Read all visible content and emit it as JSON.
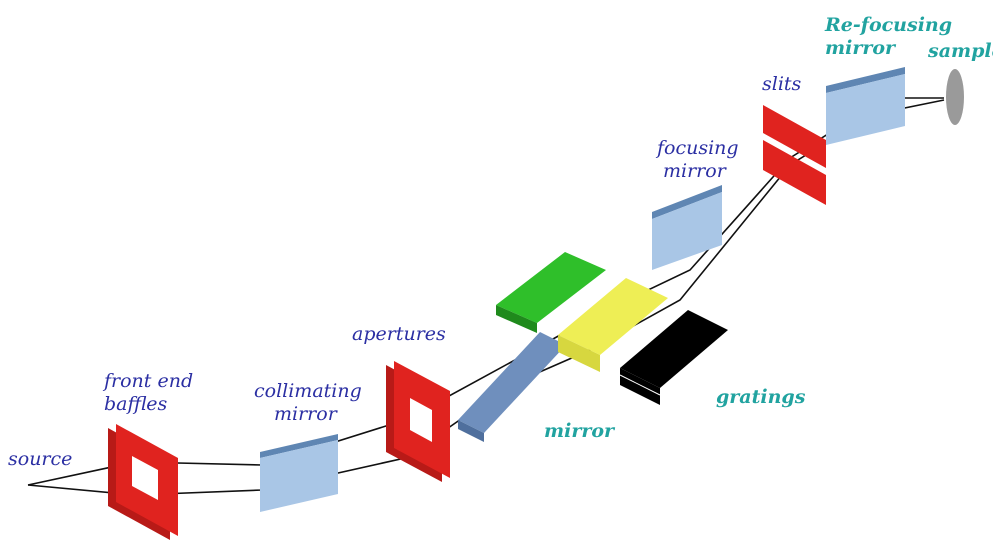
{
  "labels": {
    "source": "source",
    "front_end_1": "front end",
    "front_end_2": "baffles",
    "collimating_1": "collimating",
    "collimating_2": "mirror",
    "apertures": "apertures",
    "mirror": "mirror",
    "gratings": "gratings",
    "focusing_1": "focusing",
    "focusing_2": "mirror",
    "slits": "slits",
    "refocusing_1": "Re-focusing",
    "refocusing_2": "mirror",
    "sample": "sample"
  },
  "colors": {
    "label_blue": "#2b2fa3",
    "label_teal": "#21a3a0",
    "baffle_red": "#e0231f",
    "mirror_blue": "#a9c6e6",
    "mirror_edge": "#5f86b3",
    "plane_mirror": "#6f8fbd",
    "grating_green": "#2fbf2a",
    "grating_yellow": "#eeee55",
    "grating_black": "#000000",
    "sample_grey": "#9a9a9a",
    "beam": "#111111"
  }
}
